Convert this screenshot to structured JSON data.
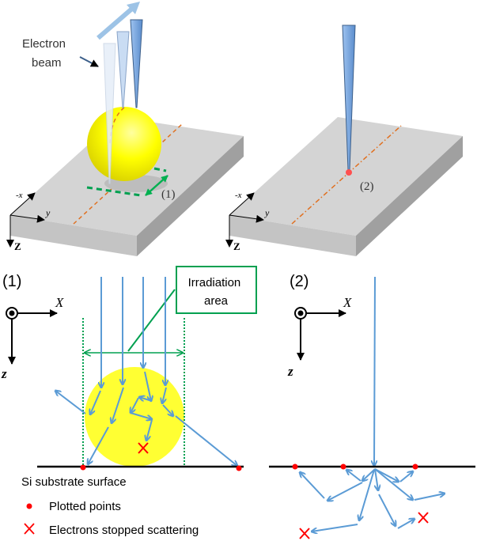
{
  "top_left": {
    "beam_label_line1": "Electron",
    "beam_label_line2": "beam",
    "area_label": "(1)",
    "axis_x": "-x",
    "axis_y": "y",
    "axis_z": "Z"
  },
  "top_right": {
    "point_label": "(2)",
    "axis_x": "-x",
    "axis_y": "y",
    "axis_z": "Z"
  },
  "bottom_left": {
    "panel_label": "(1)",
    "axis_x": "X",
    "axis_z": "z",
    "callout_line1": "Irradiation",
    "callout_line2": "area",
    "surface_label": "Si substrate surface",
    "legend": [
      {
        "symbol": "red-dot",
        "label": "Plotted points"
      },
      {
        "symbol": "red-x",
        "label": "Electrons stopped scattering"
      }
    ]
  },
  "bottom_right": {
    "panel_label": "(2)",
    "axis_x": "X",
    "axis_z": "z"
  },
  "colors": {
    "beam": "#5b9bd5",
    "sphere": "#ffff00",
    "substrate": "#d4d4d4",
    "marker": "#ff0000",
    "irradiation": "#00a050",
    "scan_line": "#e07020"
  }
}
